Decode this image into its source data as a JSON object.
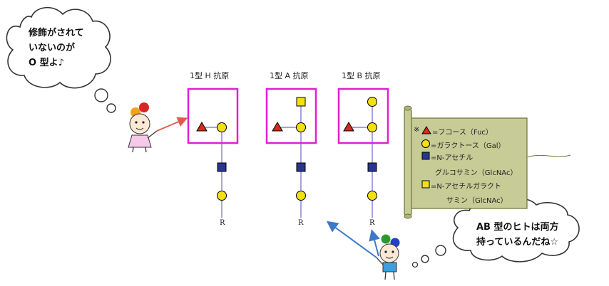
{
  "antigens": [
    {
      "title": "1型 H 抗原",
      "root": "R"
    },
    {
      "title": "1型 A 抗原",
      "root": "R"
    },
    {
      "title": "1型 B 抗原",
      "root": "R"
    }
  ],
  "bubble_left": {
    "lines": [
      "修飾がされて",
      "いないのが",
      "O 型よ♪"
    ]
  },
  "bubble_right": {
    "lines": [
      "AB 型のヒトは両方",
      "持っているんだね☆"
    ]
  },
  "legend": {
    "mark": "※",
    "fucose": "=フコース（Fuc）",
    "galactose": "=ガラクトース（Gal）",
    "glcnac_1": "=N-アセチル",
    "glcnac_2": "グルコサミン（GlcNAc）",
    "galnac_1": "=N-アセチルガラクト",
    "galnac_2": "サミン（GlcNAc）"
  },
  "colors": {
    "frame": "#e020d0",
    "fucose": "#d42a1a",
    "galactose": "#f2e010",
    "glcnac": "#2a3590",
    "galnac": "#f2e010",
    "chain": "#6a6ac8",
    "scroll_bg": "#c7cc96",
    "scroll_edge": "#6d7236"
  },
  "icons": [
    "fucose-triangle-icon",
    "galactose-circle-icon",
    "glcnac-square-icon",
    "galnac-square-icon",
    "girl-character-icon",
    "boy-character-icon",
    "pointer-arrow-icon"
  ]
}
